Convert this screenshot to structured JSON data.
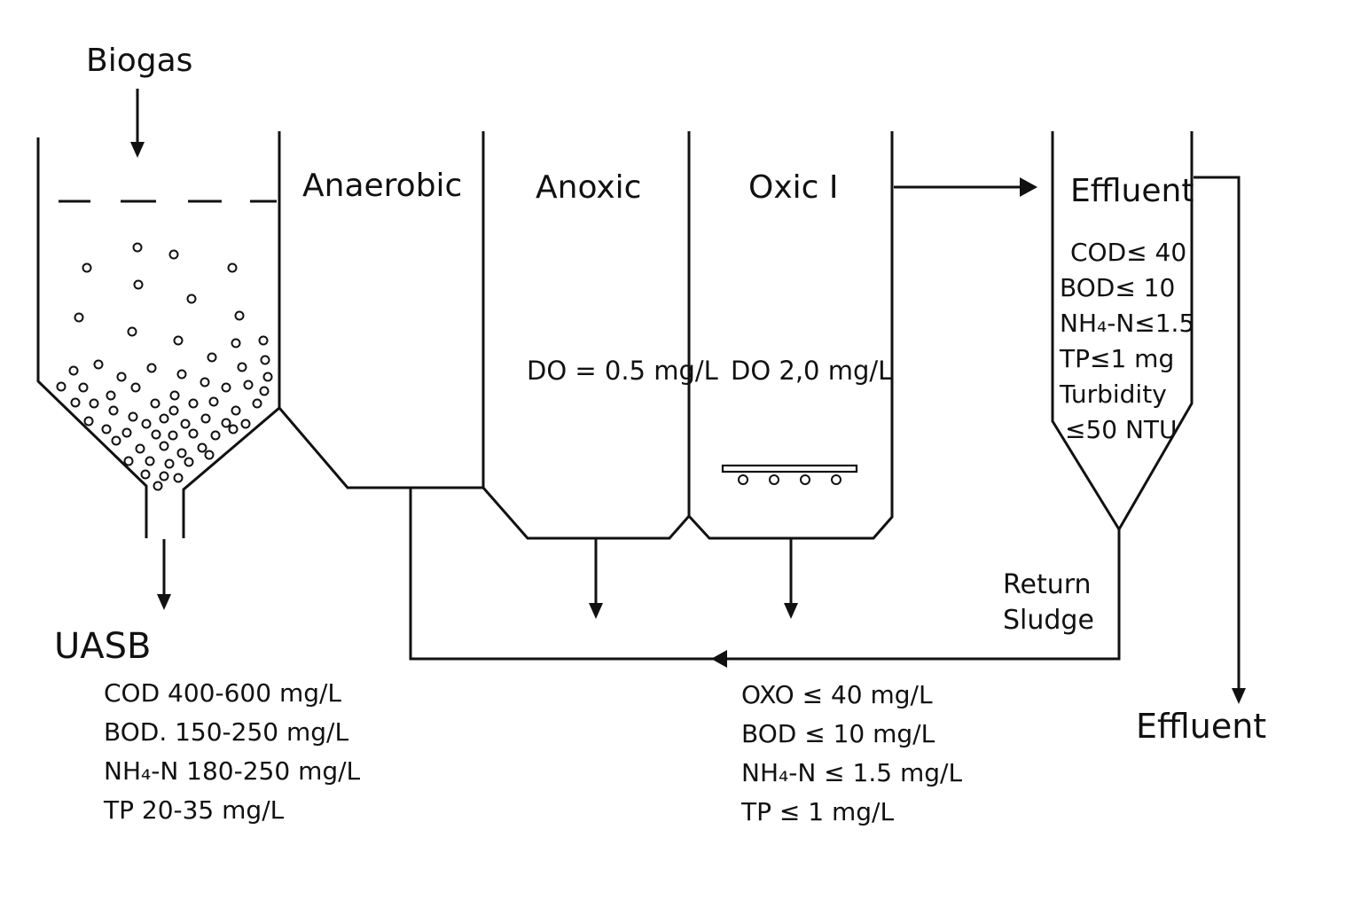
{
  "labels": {
    "biogas": "Biogas",
    "anaerobic": "Anaerobic",
    "anoxic": "Anoxic",
    "oxic": "Oxic I",
    "effluent_tank": "Effluent",
    "return_sludge": [
      "Return",
      "Sludge"
    ],
    "effluent_out": "Effluent",
    "uasb": "UASB"
  },
  "dissolved_oxygen": {
    "anoxic": "DO = 0.5 mg/L",
    "oxic": "DO 2,0 mg/L"
  },
  "influent_quality": [
    "COD  400-600 mg/L",
    "BOD. 150-250 mg/L",
    "NH₄-N 180-250 mg/L",
    "TP 20-35 mg/L"
  ],
  "tank_effluent_quality": [
    "COD≤ 40",
    "BOD≤ 10",
    "NH₄-N≤1.5",
    "TP≤1 mg",
    "Turbidity",
    "≤50 NTU"
  ],
  "final_effluent_quality": [
    "OXO ≤ 40 mg/L",
    "BOD ≤ 10 mg/L",
    "NH₄-N ≤ 1.5 mg/L",
    "TP ≤ 1 mg/L"
  ]
}
